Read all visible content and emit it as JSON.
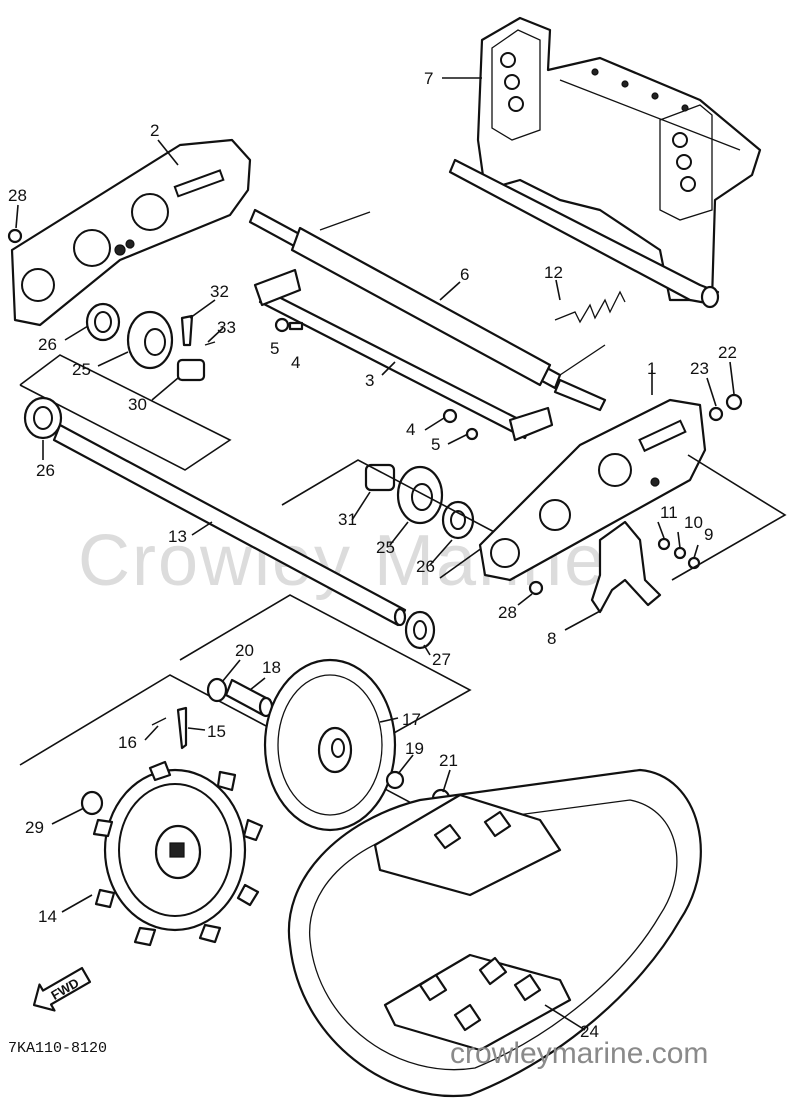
{
  "watermark": "Crowley Marine",
  "site": "crowleymarine.com",
  "diagram_code": "7KA110-8120",
  "fwd_label": "FWD",
  "callouts": [
    "1",
    "2",
    "3",
    "4",
    "4",
    "5",
    "5",
    "6",
    "7",
    "8",
    "9",
    "10",
    "11",
    "12",
    "13",
    "14",
    "15",
    "16",
    "17",
    "18",
    "19",
    "20",
    "21",
    "22",
    "23",
    "24",
    "25",
    "25",
    "26",
    "26",
    "26",
    "27",
    "28",
    "28",
    "29",
    "30",
    "31",
    "32",
    "33"
  ]
}
